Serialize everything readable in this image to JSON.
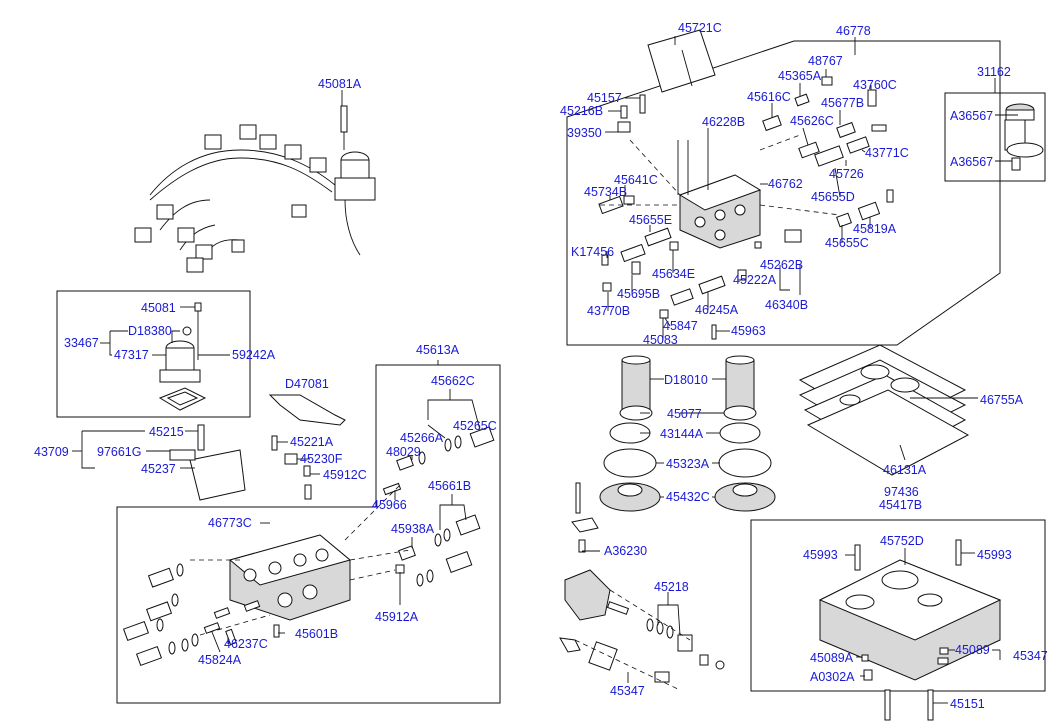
{
  "labels": {
    "p45081A": "45081A",
    "p45081": "45081",
    "d18380": "D18380",
    "p33467": "33467",
    "p47317": "47317",
    "p59242A": "59242A",
    "p45215": "45215",
    "p43709": "43709",
    "p97661G": "97661G",
    "p45237": "45237",
    "d47081": "D47081",
    "p45221A": "45221A",
    "p45230F": "45230F",
    "p45912C": "45912C",
    "p45613A": "45613A",
    "p45662C": "45662C",
    "p45265C": "45265C",
    "p45266A": "45266A",
    "p48029": "48029",
    "p45966": "45966",
    "p45661B": "45661B",
    "p46773C": "46773C",
    "p45938A": "45938A",
    "p45912A": "45912A",
    "p46237C": "46237C",
    "p45601B": "45601B",
    "p45824A": "45824A",
    "p45721C": "45721C",
    "p46778": "46778",
    "p45157": "45157",
    "p45216B": "45216B",
    "p39350": "39350",
    "p48767": "48767",
    "p45365A": "45365A",
    "p43760C": "43760C",
    "p45616C": "45616C",
    "p45677B": "45677B",
    "p46228B": "46228B",
    "p45626C": "45626C",
    "p43771C": "43771C",
    "p45641C": "45641C",
    "p45734B": "45734B",
    "p46762": "46762",
    "p45726": "45726",
    "p45655D": "45655D",
    "p45655E": "45655E",
    "p45819A": "45819A",
    "k17456": "K17456",
    "p45655C": "45655C",
    "p45262B": "45262B",
    "p45634E": "45634E",
    "p45222A": "45222A",
    "p45695B": "45695B",
    "p46340B": "46340B",
    "p43770B": "43770B",
    "p46245A": "46245A",
    "p45847": "45847",
    "p45083": "45083",
    "p45963": "45963",
    "p31162": "31162",
    "a36567a": "A36567",
    "a36567b": "A36567",
    "d18010": "D18010",
    "p46755A": "46755A",
    "p45077": "45077",
    "p43144A": "43144A",
    "p45323A": "45323A",
    "p46131A": "46131A",
    "p45432C": "45432C",
    "p97436": "97436",
    "p45417B": "45417B",
    "a36230": "A36230",
    "p45993a": "45993",
    "p45752D": "45752D",
    "p45993b": "45993",
    "p45218": "45218",
    "p45089A": "45089A",
    "p45089": "45089",
    "p45347a": "45347",
    "a0302A": "A0302A",
    "p45347b": "45347",
    "p45151": "45151"
  }
}
